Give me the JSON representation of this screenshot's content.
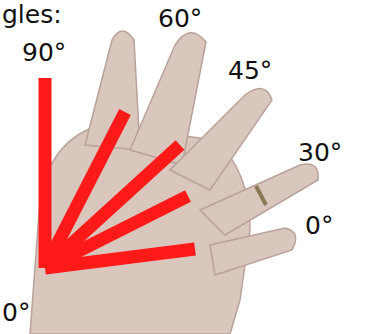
{
  "diagram": {
    "labels": [
      "gles:",
      "90°",
      "60°",
      "45°",
      "30°",
      "0°",
      "0°"
    ]
  }
}
